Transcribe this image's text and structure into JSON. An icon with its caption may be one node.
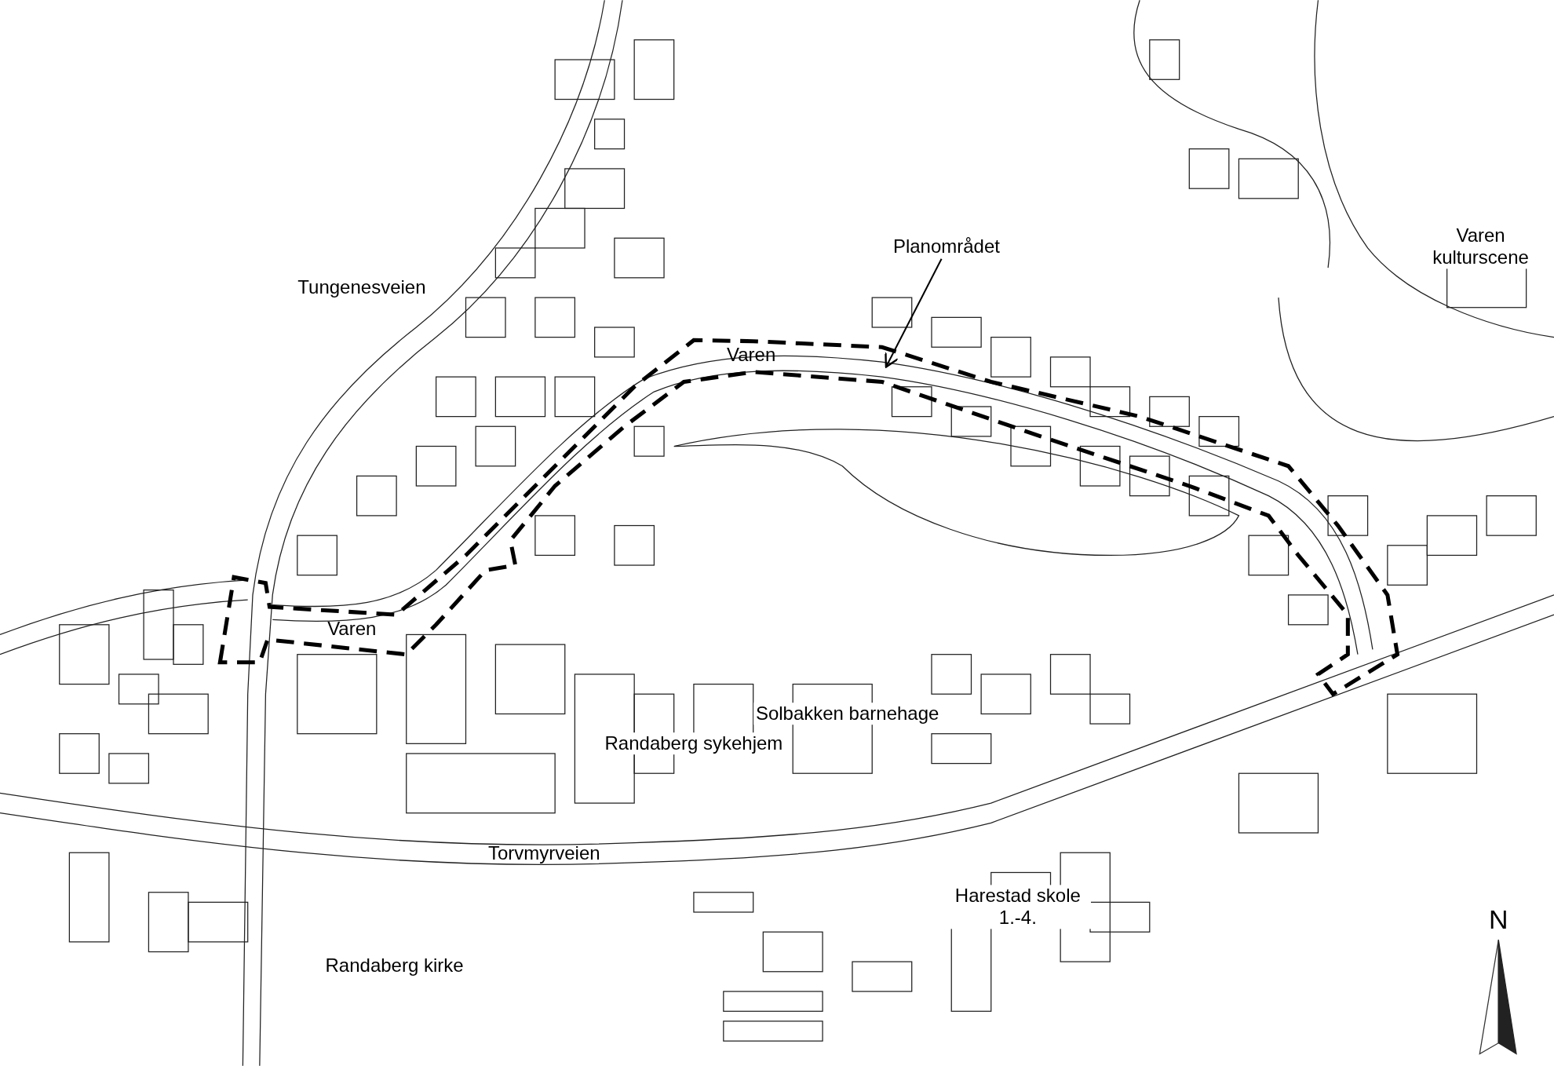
{
  "diagram": {
    "nodes": [
      {
        "text": [
          "Planområdet"
        ]
      },
      {
        "text": [],
        "shape": "outline"
      }
    ],
    "edges": [
      {
        "from": 0,
        "to": 1,
        "arrow": "to"
      }
    ],
    "labels": [
      "Tungenesveien",
      "Varen",
      "Varen kulturscene",
      "Varen",
      "Solbakken barnehage",
      "Randaberg sykehjem",
      "Torvmyrveien",
      "Harestad skole 1.-4.",
      "Randaberg kirke",
      "N"
    ]
  }
}
